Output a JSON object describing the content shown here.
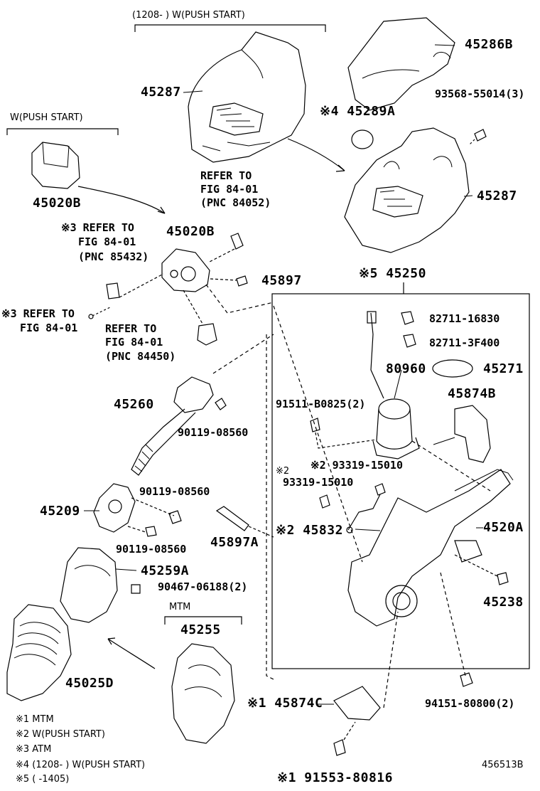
{
  "headers": {
    "push_start_1208": "(1208-  ) W(PUSH START)",
    "push_start": "W(PUSH START)",
    "mtm": "MTM",
    "part_45250": "※5 45250"
  },
  "parts": {
    "p45287_top": "45287",
    "p45286B": "45286B",
    "p93568": "93568-55014(3)",
    "p45289A": "※4 45289A",
    "p45287_right": "45287",
    "p45020B_left": "45020B",
    "p45020B_mid": "45020B",
    "p45897": "45897",
    "p45260": "45260",
    "p90119_a": "90119-08560",
    "p90119_b": "90119-08560",
    "p90119_c": "90119-08560",
    "p45209": "45209",
    "p45897A": "45897A",
    "p45259A": "45259A",
    "p90467": "90467-06188(2)",
    "p45255": "45255",
    "p45025D": "45025D",
    "p45874C": "※1 45874C",
    "p91553": "※1 91553-80816",
    "p82711_16830": "82711-16830",
    "p82711_3F400": "82711-3F400",
    "p80960": "80960",
    "p45271": "45271",
    "p91511": "91511-B0825(2)",
    "p45874B": "45874B",
    "p93319_a_prefix": "※2",
    "p93319_a": "※2 93319-15010",
    "p93319_b": "93319-15010",
    "p45832": "※2 45832",
    "p4520A": "4520A",
    "p45238": "45238",
    "p94151": "94151-80800(2)"
  },
  "refs": {
    "ref_84052": [
      "REFER TO",
      "FIG 84-01",
      "(PNC 84052)"
    ],
    "ref_85432": [
      "※3 REFER TO",
      "FIG 84-01",
      "(PNC 85432)"
    ],
    "ref_atm": [
      "※3 REFER TO",
      "FIG 84-01"
    ],
    "ref_84450": [
      "REFER TO",
      "FIG 84-01",
      "(PNC 84450)"
    ]
  },
  "legend": [
    "※1 MTM",
    "※2 W(PUSH START)",
    "※3 ATM",
    "※4 (1208-  ) W(PUSH START)",
    "※5 (  -1405)"
  ],
  "figure_code": "456513B"
}
